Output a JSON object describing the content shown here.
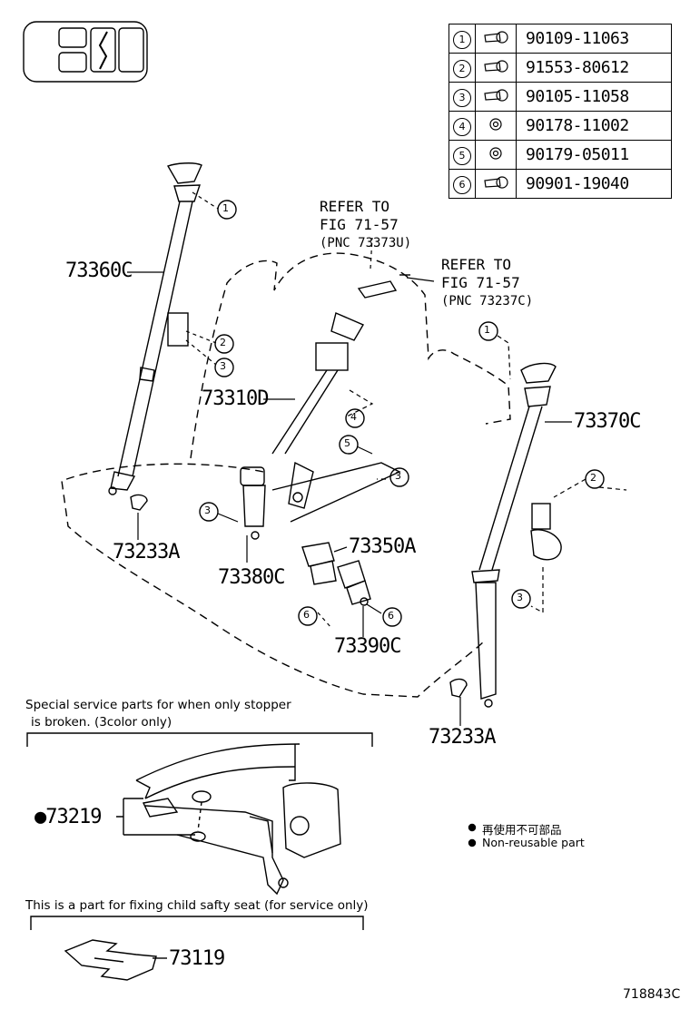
{
  "fastener_table": [
    {
      "ref": "1",
      "icon": "bolt-icon",
      "part_number": "90109-11063"
    },
    {
      "ref": "2",
      "icon": "bolt-icon",
      "part_number": "91553-80612"
    },
    {
      "ref": "3",
      "icon": "bolt-icon",
      "part_number": "90105-11058"
    },
    {
      "ref": "4",
      "icon": "nut-icon",
      "part_number": "90178-11002"
    },
    {
      "ref": "5",
      "icon": "nut-icon",
      "part_number": "90179-05011"
    },
    {
      "ref": "6",
      "icon": "bolt-icon",
      "part_number": "90901-19040"
    }
  ],
  "refer_notes": {
    "top": {
      "line1": "REFER TO",
      "line2": "FIG 71-57",
      "line3": "(PNC 73373U)"
    },
    "right": {
      "line1": "REFER TO",
      "line2": "FIG 71-57",
      "line3": "(PNC 73237C)"
    }
  },
  "part_labels": {
    "p73360C": "73360C",
    "p73310D": "73310D",
    "p73370C": "73370C",
    "p73233A_left": "73233A",
    "p73380C": "73380C",
    "p73350A": "73350A",
    "p73390C": "73390C",
    "p73233A_right": "73233A",
    "p73219": "●73219",
    "p73119": "73119"
  },
  "callouts": {
    "c1_top": "1",
    "c2_left": "2",
    "c3_left": "3",
    "c4": "4",
    "c5": "5",
    "c3_mid": "3",
    "c3_lower": "3",
    "c6_left": "6",
    "c6_right": "6",
    "c1_right": "1",
    "c2_right": "2",
    "c3_right": "3"
  },
  "notes": {
    "special_line1": "Special service parts for when only stopper",
    "special_line2": "is broken. (3color only)",
    "child_seat": "This is a part for fixing child safty seat (for service only)"
  },
  "legend": {
    "jp": "再使用不可部品",
    "en": "Non-reusable part"
  },
  "figure_id": "718843C",
  "colors": {
    "ink": "#000000",
    "paper": "#ffffff"
  }
}
